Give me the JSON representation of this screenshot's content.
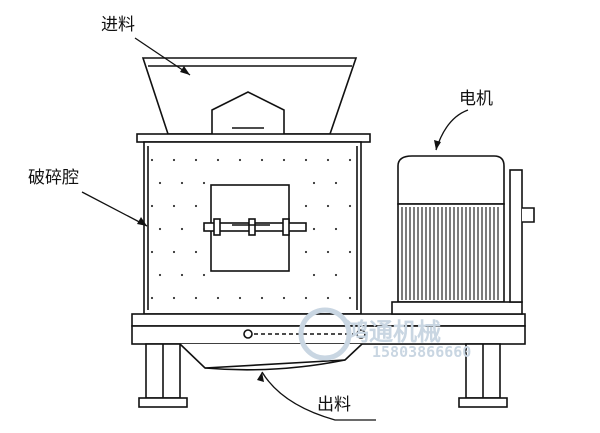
{
  "labels": {
    "inlet": "进料",
    "motor": "电机",
    "crushing_chamber": "破碎腔",
    "outlet": "出料"
  },
  "watermark": {
    "brand": "鸿通机械",
    "phone": "15803866660"
  },
  "colors": {
    "line": "#111111",
    "watermark": "#c9d6e2"
  }
}
